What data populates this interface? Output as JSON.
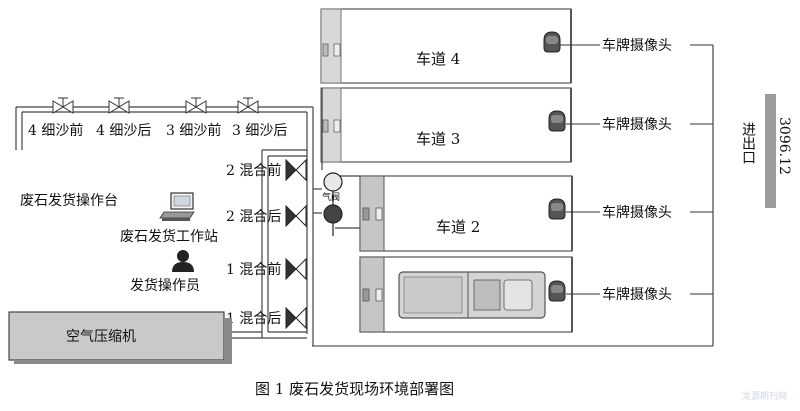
{
  "diagram": {
    "lanes": [
      {
        "label": "车道 4",
        "camera_label": "车牌摄像头"
      },
      {
        "label": "车道 3",
        "camera_label": "车牌摄像头"
      },
      {
        "label": "车道 2",
        "camera_label": "车牌摄像头"
      },
      {
        "label": "",
        "camera_label": "车牌摄像头"
      }
    ],
    "valves_top": [
      "4 细沙前",
      "4 细沙后",
      "3 细沙前",
      "3 细沙后"
    ],
    "valves_side": [
      "2 混合前",
      "2 混合后",
      "1 混合前",
      "1 混合后"
    ],
    "air_valve_label": "气阀",
    "station_title": "废石发货操作台",
    "workstation_label": "废石发货工作站",
    "operator_label": "发货操作员",
    "compressor_label": "空气压缩机",
    "exit_label": "进出口",
    "exit_code": "3096.12",
    "caption": "图 1    废石发货现场环境部署图",
    "watermark": "龙源期刊网"
  }
}
